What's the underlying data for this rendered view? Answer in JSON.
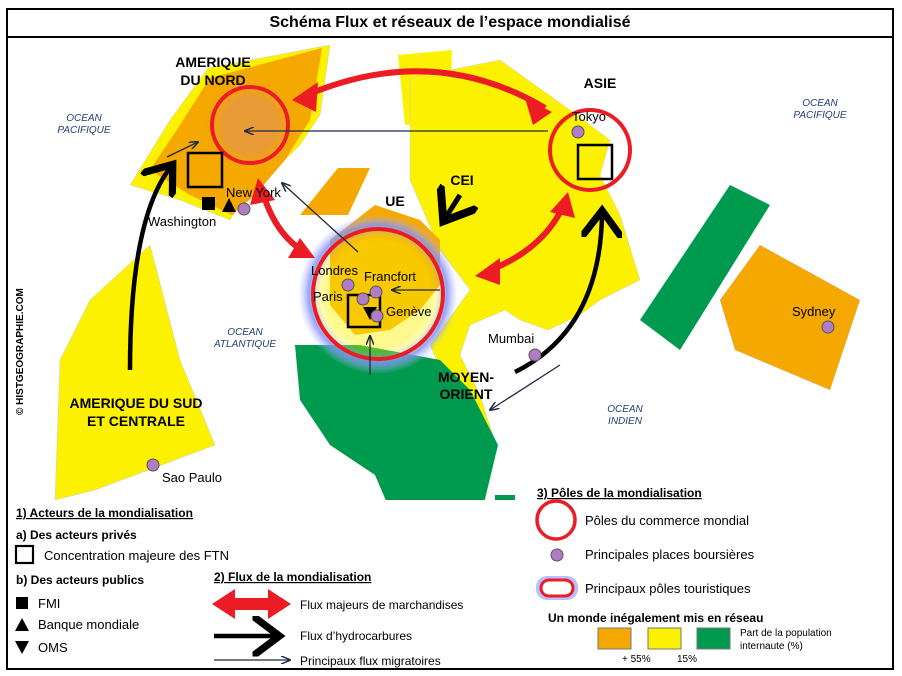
{
  "title": "Schéma Flux et réseaux de l’espace mondialisé",
  "copyright": "© HISTGEOGRAPHIE.COM",
  "oceans": {
    "pacific_left": [
      "OCEAN",
      "PACIFIQUE"
    ],
    "pacific_right": [
      "OCEAN",
      "PACIFIQUE"
    ],
    "atlantic": [
      "OCEAN",
      "ATLANTIQUE"
    ],
    "indian": [
      "OCEAN",
      "INDIEN"
    ]
  },
  "regions": {
    "north_america": [
      "AMERIQUE",
      "DU NORD"
    ],
    "asia": "ASIE",
    "cei": "CEI",
    "ue": "UE",
    "south_america": [
      "AMERIQUE DU SUD",
      "ET CENTRALE"
    ],
    "middle_east": [
      "MOYEN-",
      "ORIENT"
    ]
  },
  "cities": {
    "tokyo": "Tokyo",
    "new_york": "New York",
    "washington": "Washington",
    "londres": "Londres",
    "francfort": "Francfort",
    "paris": "Paris",
    "geneve": "Genève",
    "mumbai": "Mumbai",
    "sydney": "Sydney",
    "sao_paulo": "Sao Paulo"
  },
  "legend": {
    "section1_title": "1)  Acteurs de la mondialisation",
    "private_title": "a) Des acteurs privés",
    "ftn": "Concentration majeure des FTN",
    "public_title": "b) Des acteurs publics",
    "fmi": "FMI",
    "banque": "Banque mondiale",
    "oms": "OMS",
    "section2_title": "2)  Flux de la mondialisation",
    "flux_marchandises": "Flux majeurs de marchandises",
    "flux_hydrocarbures": "Flux d’hydrocarbures",
    "flux_migratoires": "Principaux flux migratoires",
    "section3_title": "3)  Pôles de la mondialisation",
    "poles_commerce": "Pôles du commerce mondial",
    "places_boursieres": "Principales places boursières",
    "poles_touristiques": "Principaux pôles touristiques",
    "network_title": "Un monde inégalement mis en réseau",
    "internet_label": [
      "Part de la population",
      "internaute (%)"
    ],
    "pct_high": "+ 55%",
    "pct_mid": "15%"
  },
  "colors": {
    "orange": "#f5a800",
    "yellow": "#fcf200",
    "green": "#009a4e",
    "red": "#ec1c24",
    "purple": "#b07cc6",
    "black": "#000000",
    "navy": "#1f2a44"
  }
}
